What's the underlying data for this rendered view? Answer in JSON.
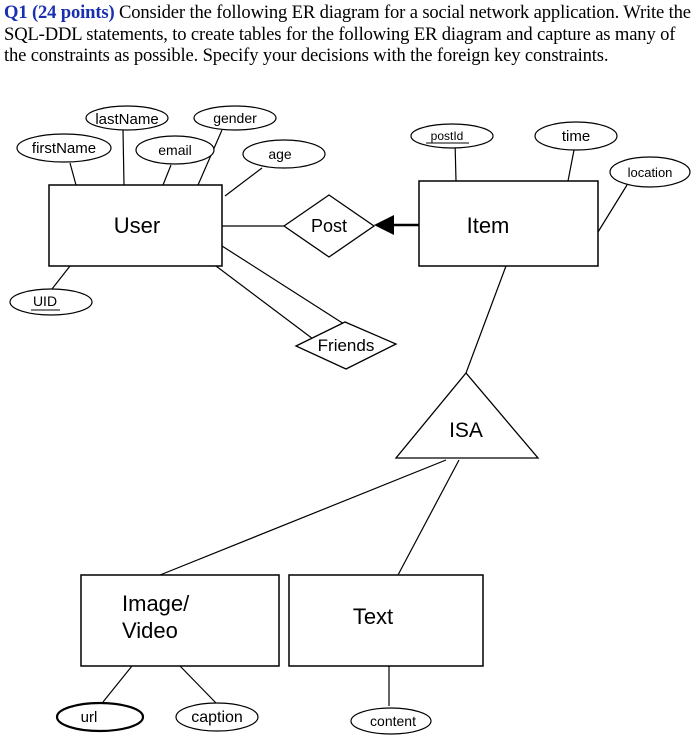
{
  "question": {
    "label": "Q1 (24 points)",
    "text": " Consider the following ER diagram for a social network application. Write the SQL-DDL statements, to create tables for the following ER diagram and capture as many of the constraints as possible. Specify your decisions with the foreign key constraints."
  },
  "diagram": {
    "entities": {
      "user": "User",
      "item": "Item",
      "image_video_line1": "Image/",
      "image_video_line2": "Video",
      "text": "Text"
    },
    "relationships": {
      "post": "Post",
      "friends": "Friends"
    },
    "isa": "ISA",
    "attributes": {
      "lastName": "lastName",
      "gender": "gender",
      "firstName": "firstName",
      "email": "email",
      "age": "age",
      "uid": "UID",
      "postId": "postId",
      "time": "time",
      "location": "location",
      "url": "url",
      "caption": "caption",
      "content": "content"
    }
  }
}
